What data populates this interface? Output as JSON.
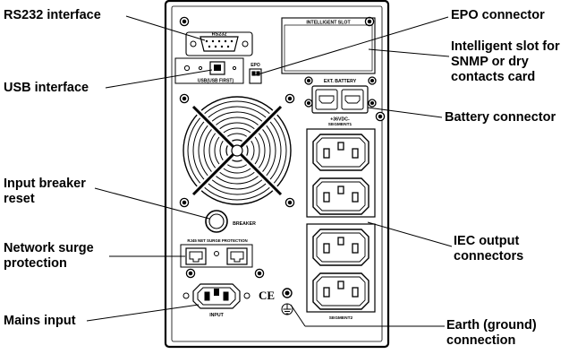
{
  "callouts": {
    "rs232": "RS232 interface",
    "usb": "USB interface",
    "input_breaker": "Input breaker\nreset",
    "network_surge": "Network surge\nprotection",
    "mains_input": "Mains input",
    "epo": "EPO connector",
    "intelligent_slot": "Intelligent slot for\nSNMP or dry\ncontacts card",
    "battery": "Battery connector",
    "iec_output": "IEC output\nconnectors",
    "earth": "Earth (ground)\nconnection"
  },
  "panel_labels": {
    "rs232": "RS232",
    "intelligent_slot": "INTELLIGENT SLOT",
    "usb": "USB(USB FIRST)",
    "epo": "EPO",
    "ext_battery": "EXT. BATTERY",
    "battery_voltage": "+36VDC-",
    "segment1": "SEGMENT1",
    "segment2": "SEGMENT2",
    "breaker": "BREAKER",
    "surge": "RJ45 NET SURGE PROTECTION",
    "input": "INPUT",
    "ce": "CE"
  },
  "icons": {
    "earth": "ground-symbol"
  },
  "colors": {
    "line": "#000000",
    "panel": "#ffffff"
  }
}
